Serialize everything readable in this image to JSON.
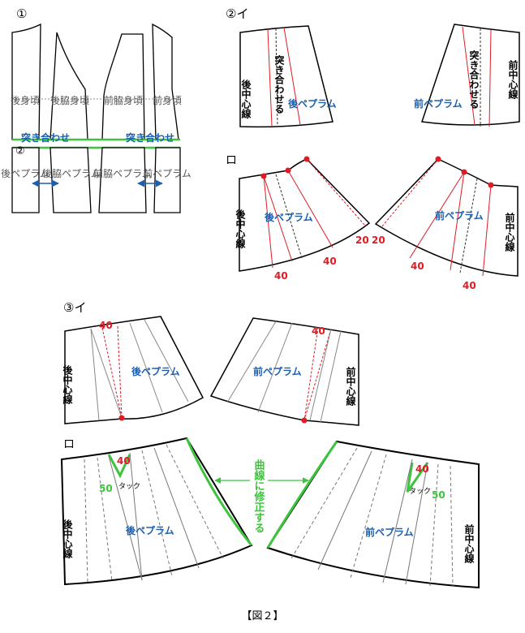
{
  "steps": {
    "s1": "①",
    "s2i": "②イ",
    "s2ro": "ロ",
    "s3i": "③イ",
    "s3ro": "ロ",
    "s2_on_pattern": "②"
  },
  "bodice": {
    "back_bodice": "後身頃",
    "back_side_bodice": "後脇身頃",
    "front_side_bodice": "前脇身頃",
    "front_bodice": "前身頃",
    "back_peplum": "後ペプラム",
    "back_side_peplum": "後脇ペプラム",
    "front_side_peplum": "前脇ペプラム",
    "front_peplum": "前ペプラム",
    "butt_together": "突き合わせ"
  },
  "labels": {
    "back_center_line": "後中心線",
    "front_center_line": "前中心線",
    "back_peplum_short": "後ペプラム",
    "front_peplum_short": "前ペプラム",
    "butt_together_vertical": "突き合わせる",
    "correct_to_curve": "曲線に修正する",
    "tuck": "タック"
  },
  "numbers": {
    "n20": "20",
    "n40": "40",
    "n50": "50"
  },
  "colors": {
    "red": "#e01b24",
    "green": "#3cc43c",
    "blue": "#1b5fb0",
    "pink": "#f0a0a0"
  },
  "figure_caption": "【図２】"
}
